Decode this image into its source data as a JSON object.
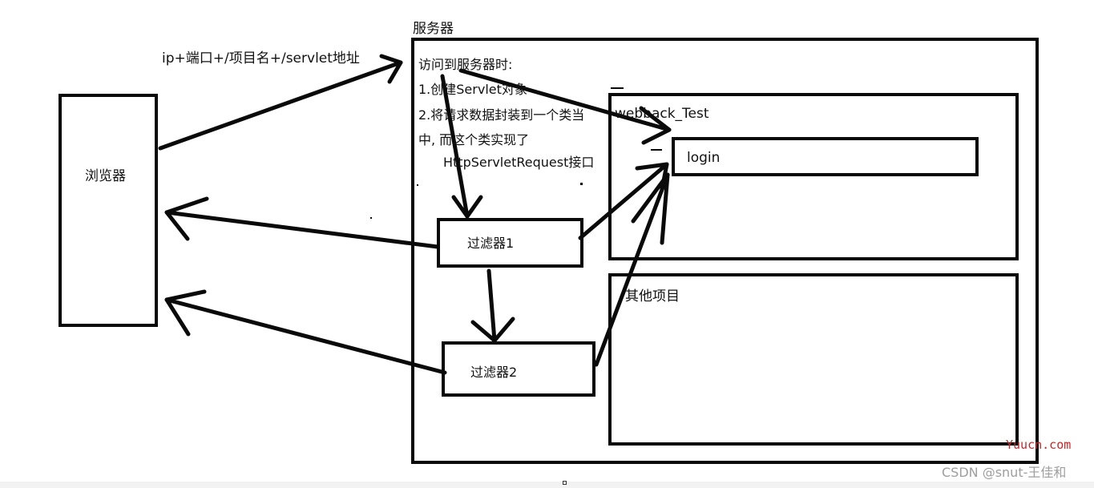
{
  "nodes": {
    "browser": {
      "label": "浏览器"
    },
    "server": {
      "label": "服务器"
    },
    "webback_project": {
      "label": "webback_Test"
    },
    "login": {
      "label": "login"
    },
    "other_projects": {
      "label": "其他项目"
    },
    "filter1": {
      "label": "过滤器1"
    },
    "filter2": {
      "label": "过滤器2"
    }
  },
  "edges": {
    "request": {
      "label": "ip+端口+/项目名+/servlet地址"
    }
  },
  "notes": {
    "line1": "访问到服务器时:",
    "line2": "1.创建Servlet对象",
    "line3": "2.将请求数据封装到一个类当",
    "line4": "中, 而这个类实现了",
    "line5": "HttpServletRequest接口"
  },
  "watermarks": {
    "site": "Yuucn.com",
    "author": "CSDN @snut-王佳和"
  },
  "colors": {
    "stroke": "#0a0a0a",
    "site_watermark": "#c62828",
    "author_watermark": "#9e9e9e"
  }
}
